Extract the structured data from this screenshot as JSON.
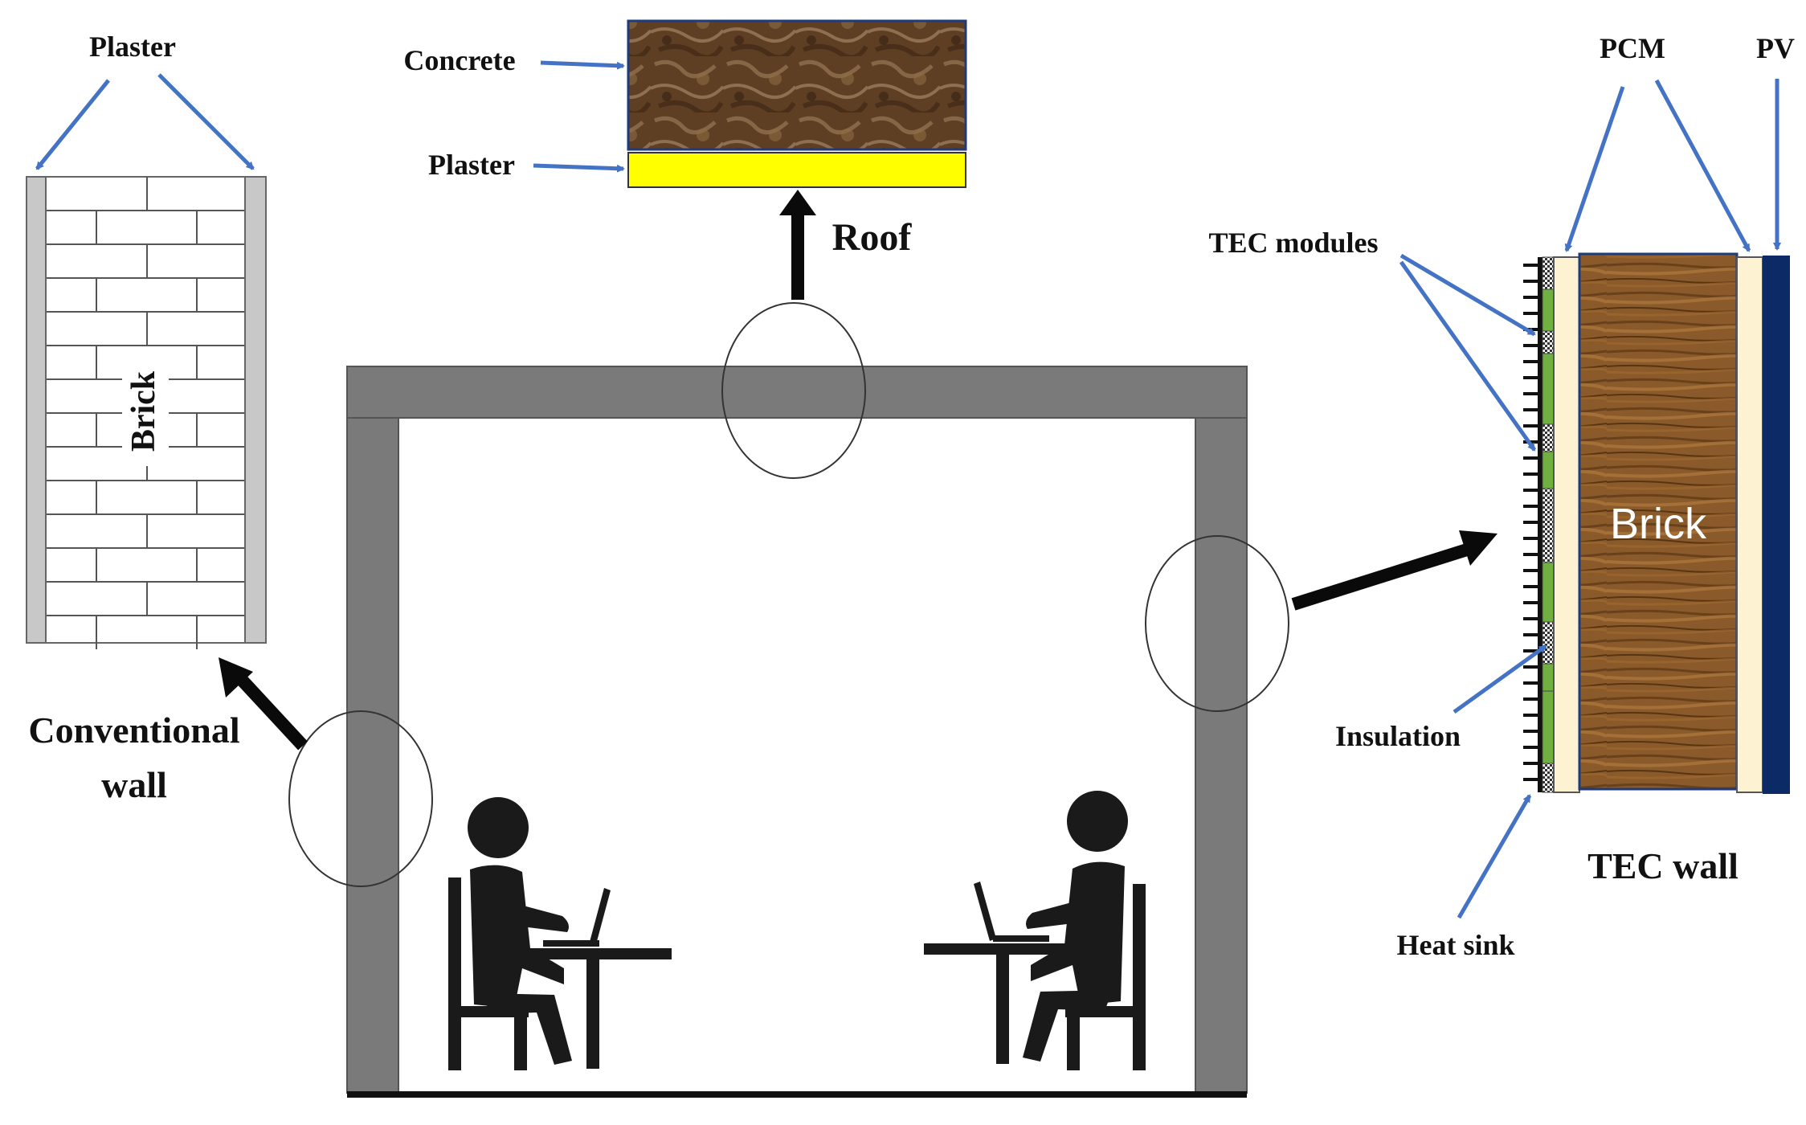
{
  "labels": {
    "plaster_left": "Plaster",
    "brick_conventional": "Brick",
    "conventional_wall_line1": "Conventional",
    "conventional_wall_line2": "wall",
    "concrete": "Concrete",
    "plaster_roof": "Plaster",
    "roof": "Roof",
    "tec_modules": "TEC modules",
    "pcm": "PCM",
    "pv": "PV",
    "brick_tec": "Brick",
    "insulation": "Insulation",
    "heat_sink": "Heat sink",
    "tec_wall": "TEC wall"
  },
  "colors": {
    "wall_gray": "#7a7a7a",
    "arrow_blue": "#4472c4",
    "arrow_black": "#0a0a0a",
    "plaster_yellow": "#ffff00",
    "plaster_gray": "#c8c8c8",
    "pcm_cream": "#fdf3d2",
    "pv_navy": "#0b2a66",
    "tec_green": "#70b040",
    "brick_wood": "#8a5a2a",
    "concrete_brown": "#5e3f24",
    "person": "#1a1a1a"
  },
  "icons": [
    "person-with-laptop-icon",
    "person-with-laptop-icon"
  ]
}
